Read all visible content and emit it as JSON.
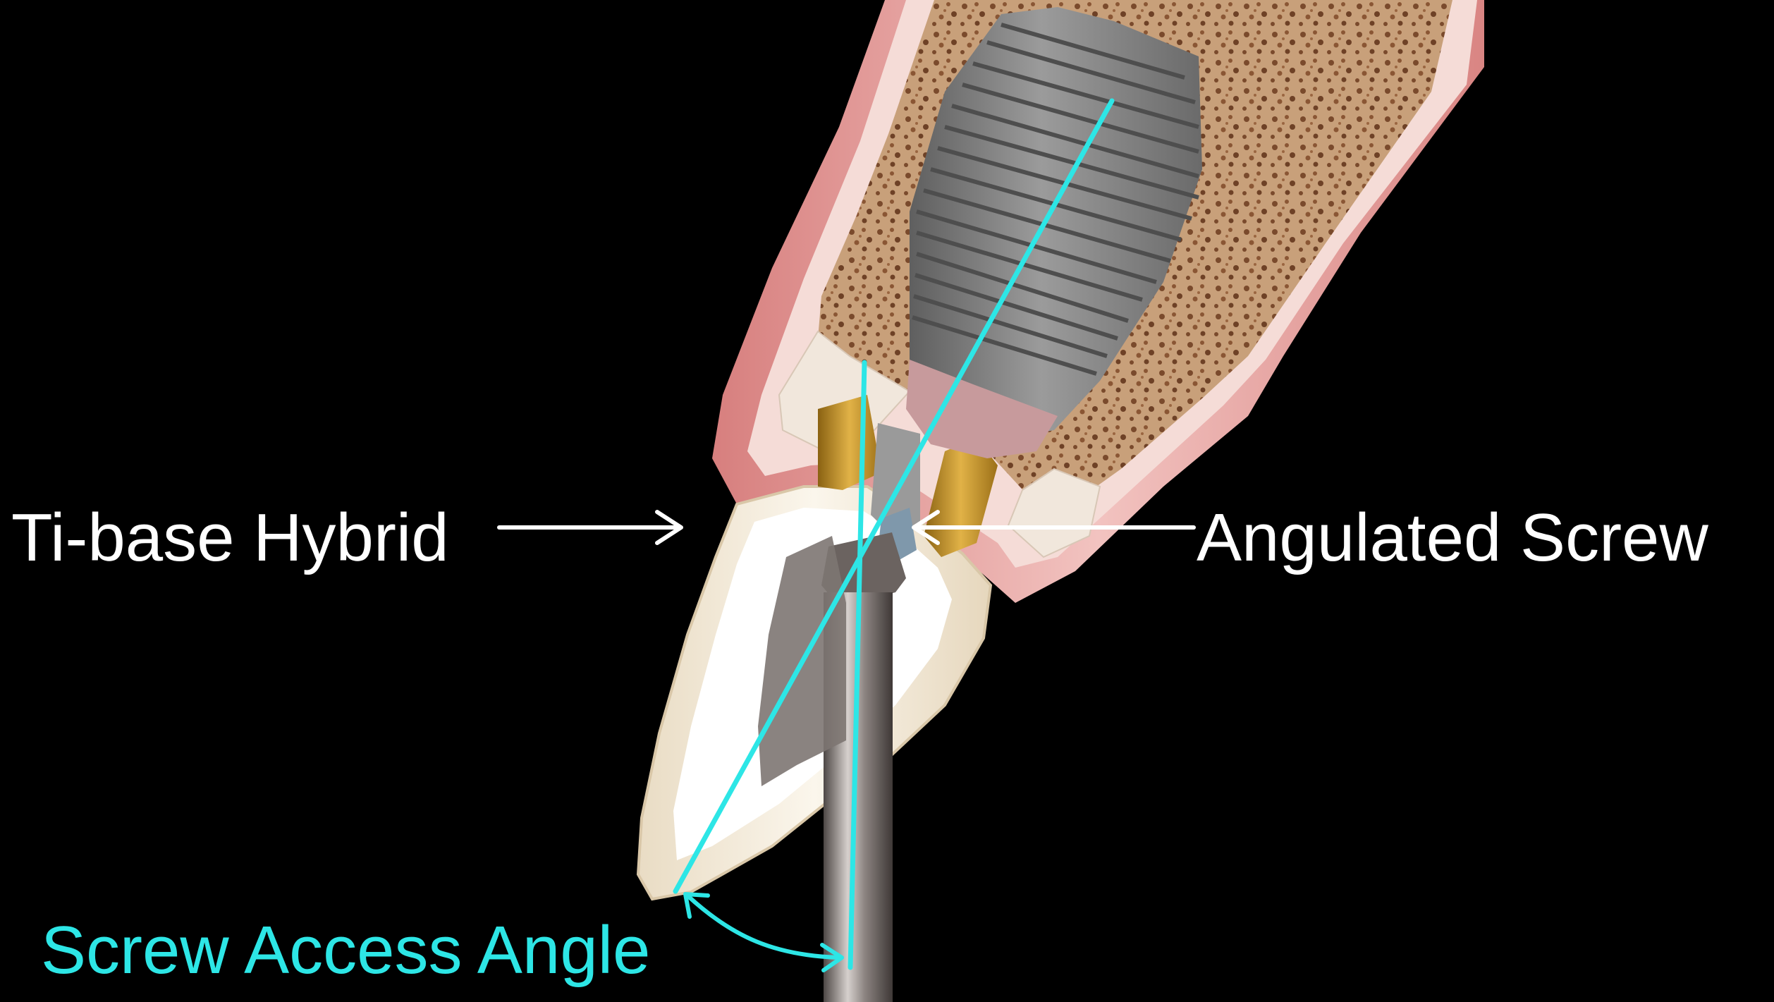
{
  "labels": {
    "ti_base": "Ti-base Hybrid",
    "angulated_screw": "Angulated Screw",
    "access_angle": "Screw Access Angle"
  },
  "colors": {
    "background": "#000000",
    "label_text": "#ffffff",
    "axis_lines": "#2de6e6",
    "gingiva": "#e89a98",
    "bone": "#c9a27a",
    "implant": "#8a8a8a",
    "gold_base": "#c9982e",
    "crown": "#f6efe2",
    "screwdriver": "#a09a96"
  }
}
